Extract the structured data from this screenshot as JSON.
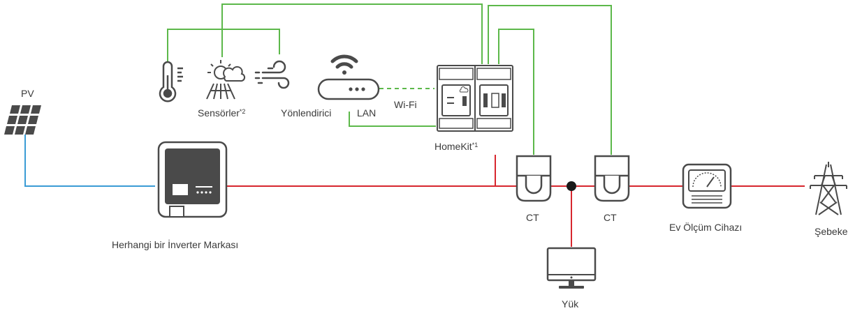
{
  "labels": {
    "pv": "PV",
    "sensors": "Sensörler",
    "sensors_note": "*2",
    "router": "Yönlendirici",
    "lan": "LAN",
    "wifi": "Wi-Fi",
    "homekit": "HomeKit",
    "homekit_note": "*1",
    "inverter": "Herhangi bir İnverter Markası",
    "ct_left": "CT",
    "ct_right": "CT",
    "meter": "Ev Ölçüm Cihazı",
    "grid": "Şebeke",
    "load": "Yük"
  },
  "colors": {
    "dc_line": "#3a9bd5",
    "ac_line": "#d7262e",
    "signal_line": "#5cb84a",
    "icon_stroke": "#4a4a4a",
    "icon_fill": "#4a4a4a",
    "text": "#3a3a3a"
  },
  "icons": [
    "solar-panel-icon",
    "thermometer-icon",
    "sun-weather-icon",
    "wind-icon",
    "router-icon",
    "homekit-device-icon",
    "inverter-icon",
    "ct-clamp-icon",
    "energy-meter-icon",
    "transmission-tower-icon",
    "monitor-icon"
  ]
}
